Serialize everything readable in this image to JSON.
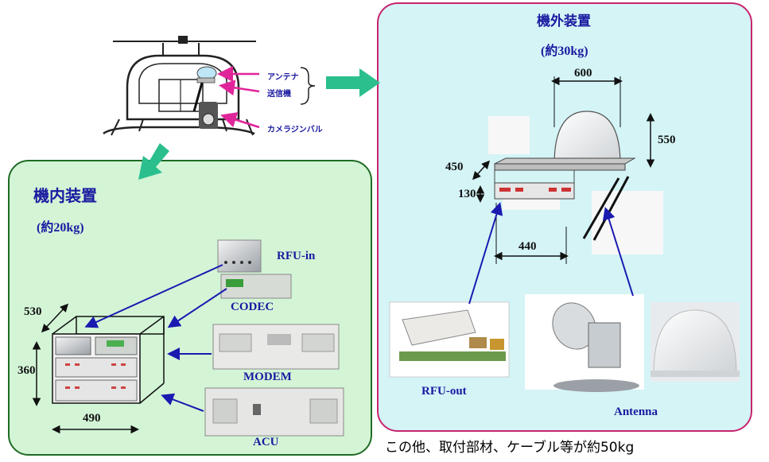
{
  "helicopter": {
    "labels": {
      "antenna": "アンテナ",
      "transmitter": "送信機",
      "camera_gimbal": "カメラジンバル"
    }
  },
  "inside_panel": {
    "title": "機内装置",
    "weight": "(約20kg)",
    "dimensions": {
      "depth": "530",
      "height": "360",
      "width": "490"
    },
    "components": [
      {
        "label": "RFU-in"
      },
      {
        "label": "CODEC"
      },
      {
        "label": "MODEM"
      },
      {
        "label": "ACU"
      }
    ]
  },
  "outside_panel": {
    "title": "機外装置",
    "weight": "(約30kg)",
    "dimensions": {
      "dome_width": "600",
      "dome_height": "550",
      "depth": "450",
      "base_height": "130",
      "base_length": "440"
    },
    "components": [
      {
        "label": "RFU-out"
      },
      {
        "label": "Antenna"
      }
    ]
  },
  "footer": "この他、取付部材、ケーブル等が約50kg",
  "colors": {
    "inside_border": "#1f6b25",
    "inside_fill": "#d3f5d6",
    "outside_border": "#c8246f",
    "outside_fill": "#d4f4f6",
    "arrow_green": "#2bbf8e",
    "pointer_blue": "#1a1ab0",
    "pink": "#e0259a"
  }
}
